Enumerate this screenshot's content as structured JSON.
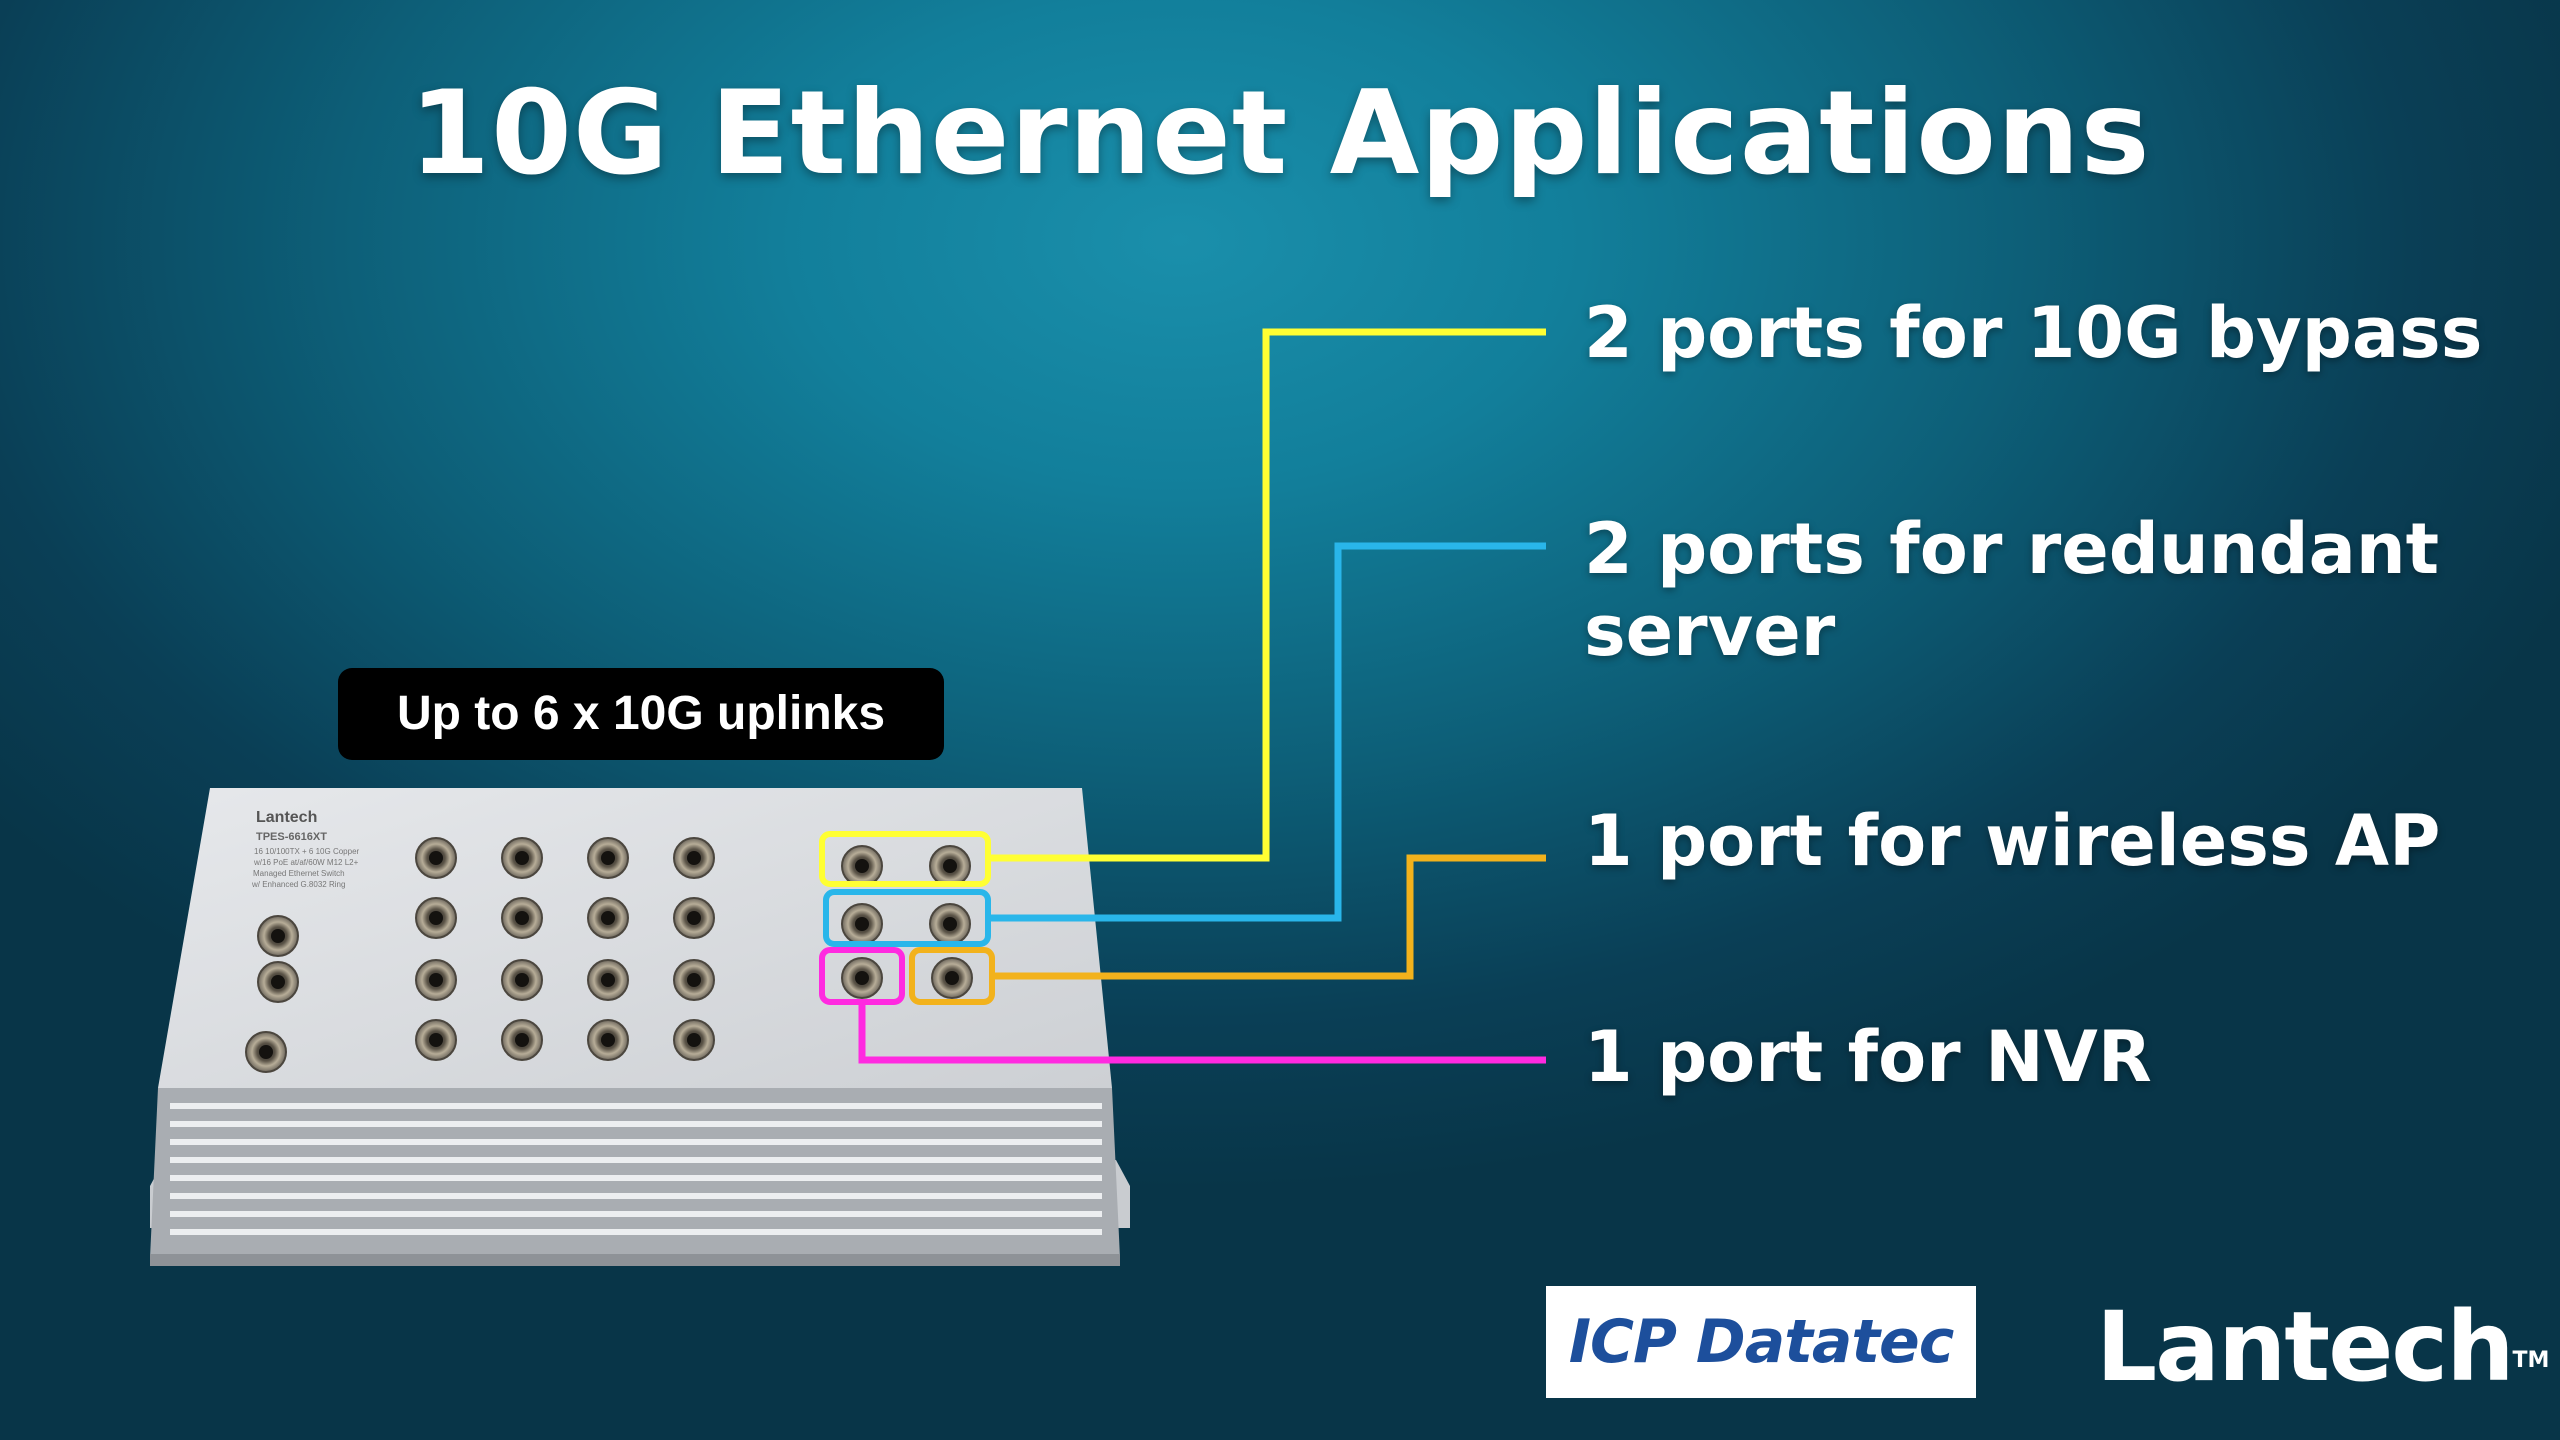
{
  "title": "10G Ethernet Applications",
  "uplink_badge": "Up to 6 x 10G uplinks",
  "callouts": [
    {
      "text": "2 ports for 10G bypass",
      "color": "#ffff33"
    },
    {
      "text": "2 ports for redundant",
      "text2": "server",
      "color": "#29b6ea"
    },
    {
      "text": "1 port for wireless AP",
      "color": "#f2b21c"
    },
    {
      "text": "1 port for NVR",
      "color": "#ff2ae0"
    }
  ],
  "device": {
    "brand": "Lantech",
    "model": "TPES-6616XT",
    "description_lines": [
      "16 10/100TX + 6 10G Copper",
      "w/16 PoE at/af/60W M12 L2+",
      "Managed Ethernet Switch",
      "w/ Enhanced G.8032 Ring"
    ]
  },
  "logos": {
    "icp": "ICP Datatec",
    "lantech": "Lantech",
    "lantech_tm": "TM"
  }
}
